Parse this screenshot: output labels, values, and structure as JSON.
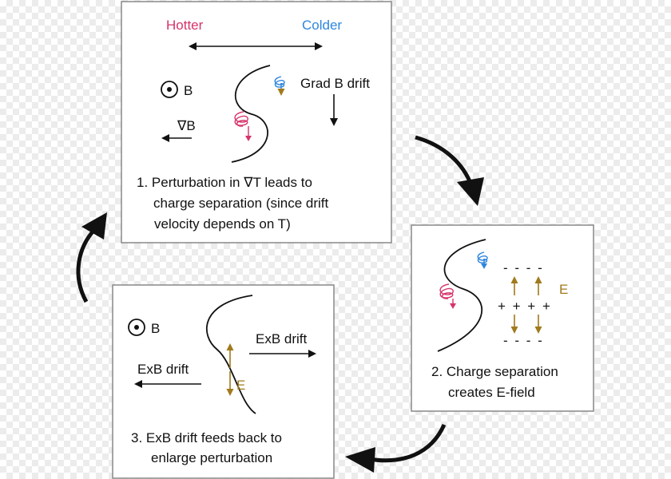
{
  "colors": {
    "hot": "#d6336c",
    "cold": "#2e86de",
    "field": "#a07a1c",
    "ink": "#111111",
    "frame": "#888888"
  },
  "panel1": {
    "hotter": "Hotter",
    "colder": "Colder",
    "b_label": "B",
    "grad_label": "∇B",
    "grad_drift": "Grad B drift",
    "caption": [
      "1. Perturbation in ∇T leads to",
      "charge separation (since drift",
      "velocity depends on T)"
    ]
  },
  "panel2": {
    "minus_top": "- - - -",
    "plus_mid": "+ + + +",
    "minus_bottom": "- - - -",
    "e_label": "E",
    "caption": [
      "2. Charge separation",
      "creates E-field"
    ]
  },
  "panel3": {
    "b_label": "B",
    "exb_right": "ExB drift",
    "exb_left": "ExB drift",
    "e_label": "E",
    "caption": [
      "3. ExB drift feeds back to",
      "enlarge perturbation"
    ]
  }
}
